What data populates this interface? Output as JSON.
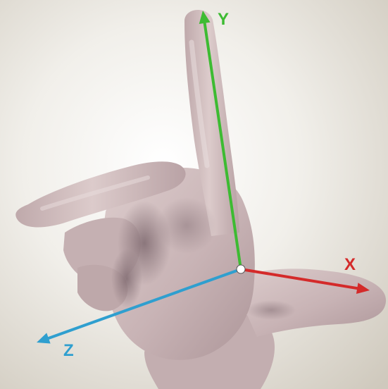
{
  "axes": [
    {
      "key": "x",
      "label": "X",
      "color": "#d42a2a"
    },
    {
      "key": "y",
      "label": "Y",
      "color": "#3dbb32"
    },
    {
      "key": "z",
      "label": "Z",
      "color": "#2f9fcf"
    }
  ],
  "origin_color": "#ffffff",
  "colors": {
    "background_light": "#f7f6f3",
    "background_dark": "#cfc9bd",
    "hand_base": "#c8b3b5",
    "hand_light": "#ddcdcd",
    "hand_shadow": "#8f7b80"
  }
}
